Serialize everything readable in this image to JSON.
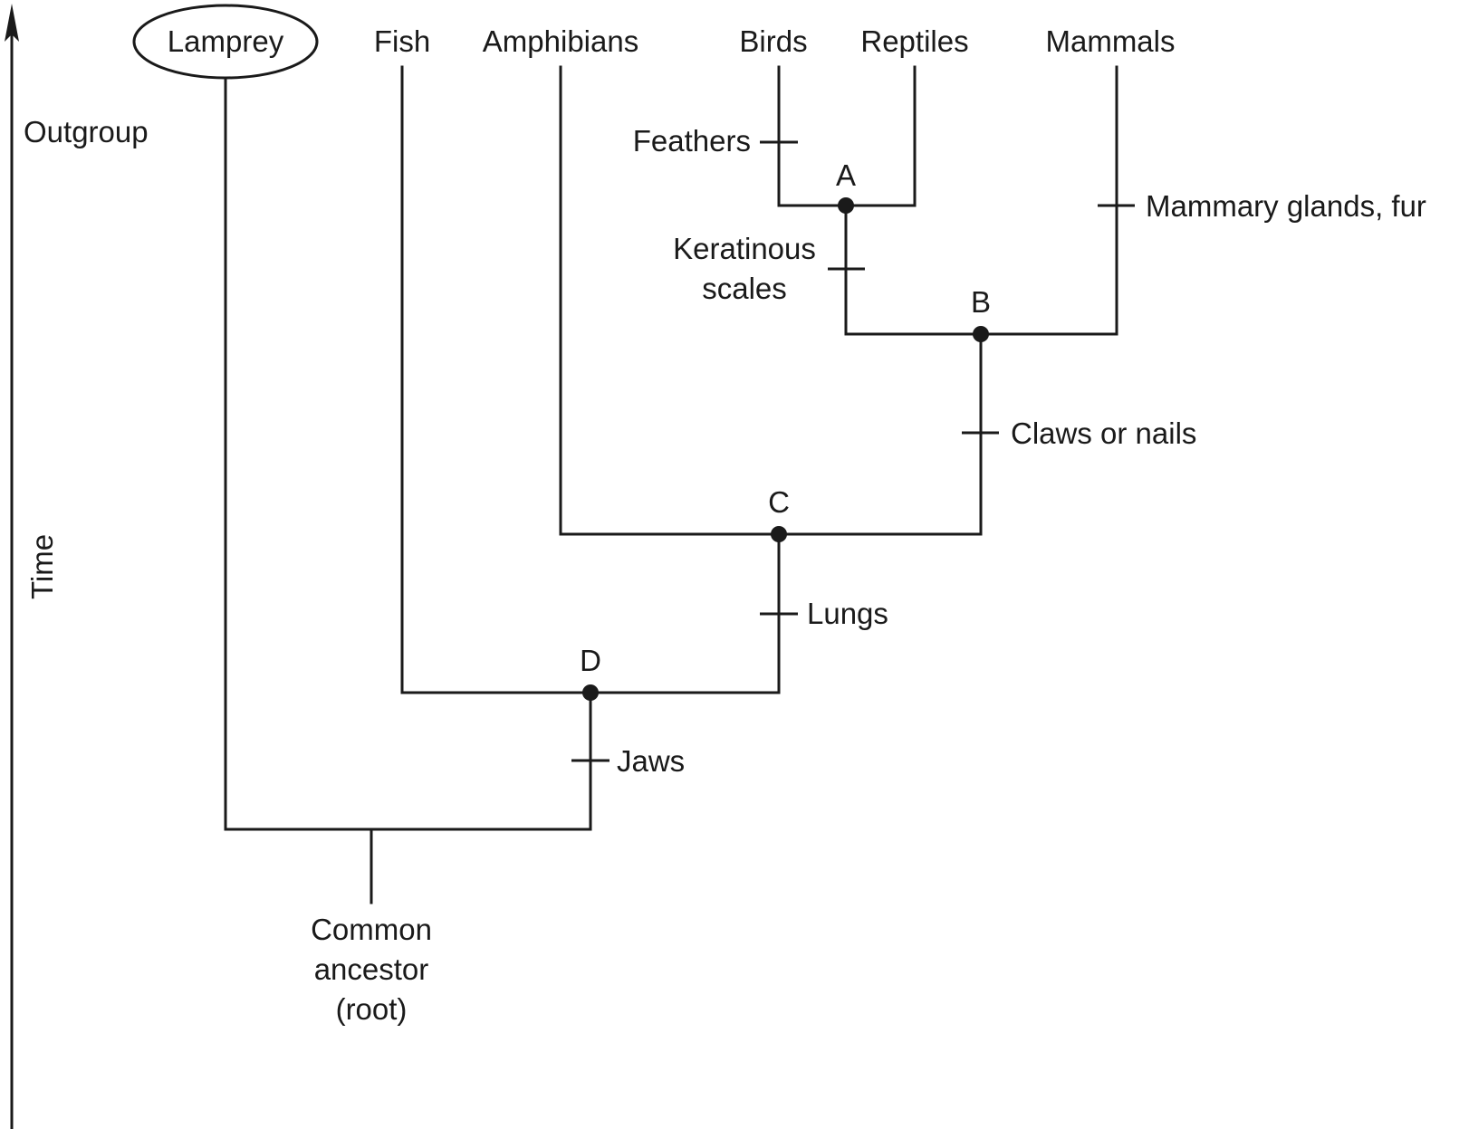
{
  "taxa": {
    "lamprey": "Lamprey",
    "fish": "Fish",
    "amphibians": "Amphibians",
    "birds": "Birds",
    "reptiles": "Reptiles",
    "mammals": "Mammals"
  },
  "outgroup_label": "Outgroup",
  "time_axis_label": "Time",
  "nodes": {
    "a": "A",
    "b": "B",
    "c": "C",
    "d": "D"
  },
  "traits": {
    "feathers": "Feathers",
    "keratinous_line1": "Keratinous",
    "keratinous_line2": "scales",
    "mammary": "Mammary glands, fur",
    "claws": "Claws or nails",
    "lungs": "Lungs",
    "jaws": "Jaws"
  },
  "root": {
    "line1": "Common",
    "line2": "ancestor",
    "line3": "(root)"
  }
}
